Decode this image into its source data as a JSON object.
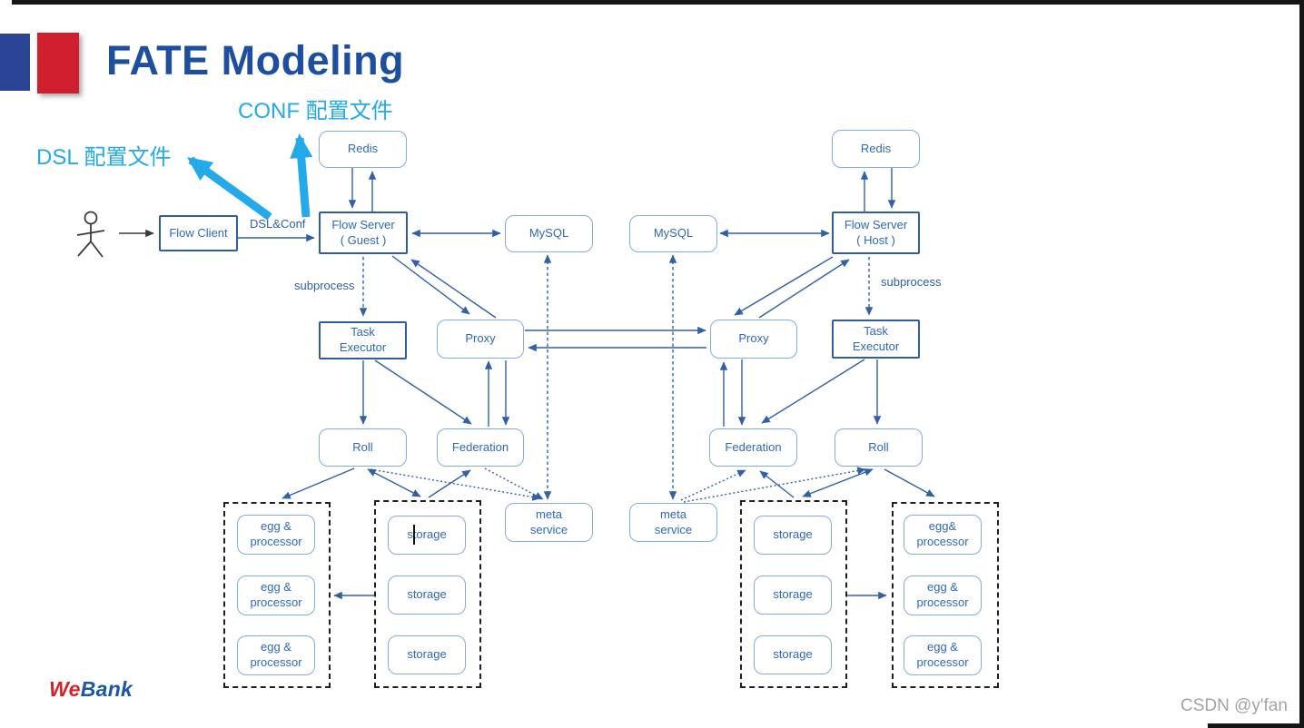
{
  "slide": {
    "title": "FATE Modeling",
    "annotations": {
      "conf": "CONF 配置文件",
      "dsl": "DSL 配置文件",
      "edge_dsl_conf": "DSL&Conf",
      "subprocess_guest": "subprocess",
      "subprocess_host": "subprocess"
    },
    "nodes": {
      "redis_guest": "Redis",
      "flow_client": "Flow Client",
      "flow_server_guest": "Flow Server\n( Guest )",
      "mysql_guest": "MySQL",
      "mysql_host": "MySQL",
      "flow_server_host": "Flow Server\n( Host )",
      "redis_host": "Redis",
      "task_executor_guest": "Task\nExecutor",
      "proxy_guest": "Proxy",
      "proxy_host": "Proxy",
      "task_executor_host": "Task\nExecutor",
      "roll_guest": "Roll",
      "federation_guest": "Federation",
      "federation_host": "Federation",
      "roll_host": "Roll",
      "meta_service_guest": "meta\nservice",
      "meta_service_host": "meta\nservice",
      "guest_eggs": [
        "egg &\nprocessor",
        "egg &\nprocessor",
        "egg &\nprocessor"
      ],
      "guest_storage": [
        "storage",
        "storage",
        "storage"
      ],
      "host_storage": [
        "storage",
        "storage",
        "storage"
      ],
      "host_eggs": [
        "egg&\nprocessor",
        "egg &\nprocessor",
        "egg &\nprocessor"
      ]
    },
    "edges": [
      {
        "from": "user",
        "to": "flow_client",
        "type": "solid"
      },
      {
        "from": "flow_client",
        "to": "flow_server_guest",
        "type": "solid",
        "label": "DSL&Conf"
      },
      {
        "from": "redis_guest",
        "to": "flow_server_guest",
        "type": "bi"
      },
      {
        "from": "flow_server_guest",
        "to": "mysql_guest",
        "type": "bi"
      },
      {
        "from": "flow_server_guest",
        "to": "task_executor_guest",
        "type": "dashed",
        "label": "subprocess"
      },
      {
        "from": "flow_server_guest",
        "to": "proxy_guest",
        "type": "bi"
      },
      {
        "from": "task_executor_guest",
        "to": "roll_guest",
        "type": "solid"
      },
      {
        "from": "task_executor_guest",
        "to": "federation_guest",
        "type": "solid"
      },
      {
        "from": "proxy_guest",
        "to": "federation_guest",
        "type": "bi"
      },
      {
        "from": "proxy_guest",
        "to": "proxy_host",
        "type": "bi"
      },
      {
        "from": "mysql_guest",
        "to": "meta_service_guest",
        "type": "dashed-bi"
      },
      {
        "from": "roll_guest",
        "to": "egg_group_guest",
        "type": "solid"
      },
      {
        "from": "roll_guest",
        "to": "storage_group_guest",
        "type": "bi"
      },
      {
        "from": "storage_group_guest",
        "to": "federation_guest",
        "type": "solid"
      },
      {
        "from": "roll_guest",
        "to": "meta_service_guest",
        "type": "dotted"
      },
      {
        "from": "federation_guest",
        "to": "meta_service_guest",
        "type": "dotted"
      },
      {
        "from": "storage_group_guest",
        "to": "egg_group_guest",
        "type": "solid"
      },
      {
        "from": "mysql_host",
        "to": "flow_server_host",
        "type": "bi"
      },
      {
        "from": "redis_host",
        "to": "flow_server_host",
        "type": "bi"
      },
      {
        "from": "flow_server_host",
        "to": "task_executor_host",
        "type": "dashed",
        "label": "subprocess"
      },
      {
        "from": "flow_server_host",
        "to": "proxy_host",
        "type": "bi"
      },
      {
        "from": "task_executor_host",
        "to": "roll_host",
        "type": "solid"
      },
      {
        "from": "task_executor_host",
        "to": "federation_host",
        "type": "solid"
      },
      {
        "from": "proxy_host",
        "to": "federation_host",
        "type": "bi"
      },
      {
        "from": "mysql_host",
        "to": "meta_service_host",
        "type": "dashed-bi"
      },
      {
        "from": "meta_service_host",
        "to": "federation_host",
        "type": "dotted"
      },
      {
        "from": "meta_service_host",
        "to": "roll_host",
        "type": "dotted"
      },
      {
        "from": "roll_host",
        "to": "storage_group_host",
        "type": "bi"
      },
      {
        "from": "storage_group_host",
        "to": "federation_host",
        "type": "solid"
      },
      {
        "from": "roll_host",
        "to": "egg_group_host",
        "type": "solid"
      },
      {
        "from": "storage_group_host",
        "to": "egg_group_host",
        "type": "solid"
      },
      {
        "from": "dsl_conf_point",
        "to": "annotation_conf",
        "type": "cyan-thick"
      },
      {
        "from": "dsl_conf_point",
        "to": "annotation_dsl",
        "type": "cyan-thick"
      }
    ],
    "colors": {
      "accent_cyan": "#24a9ea",
      "title_blue": "#1d4f9e",
      "box_border_light": "#84abe4",
      "box_border_dark": "#2f5d9e",
      "box_text": "#2d68bd",
      "logo_red": "#d01f2f",
      "logo_navy": "#2b4394",
      "webank_red": "#d71f26",
      "webank_blue": "#1c57a5"
    },
    "logo": {
      "we": "We",
      "bank": "Bank"
    }
  },
  "watermark": "CSDN @y'fan"
}
